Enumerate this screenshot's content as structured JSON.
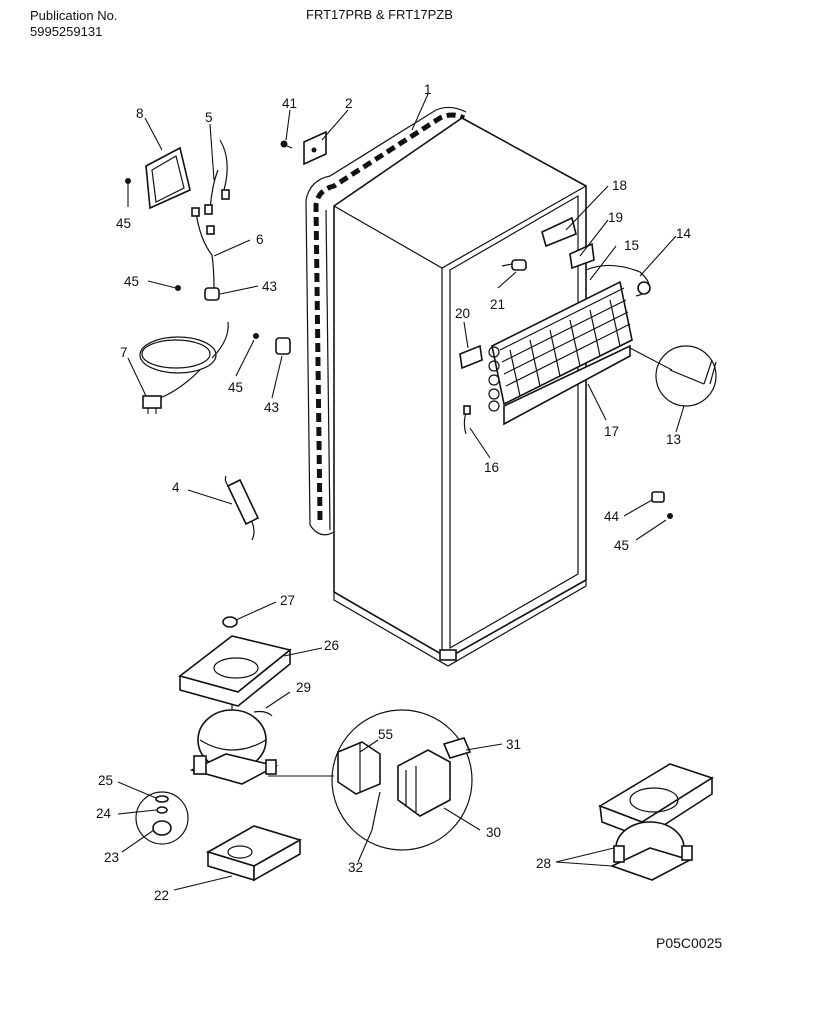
{
  "header": {
    "pub_label": "Publication No.",
    "pub_number": "5995259131",
    "model": "FRT17PRB & FRT17PZB"
  },
  "footer": {
    "code": "P05C0025"
  },
  "callouts": {
    "c1": "1",
    "c2": "2",
    "c4": "4",
    "c5": "5",
    "c6": "6",
    "c7": "7",
    "c8": "8",
    "c13": "13",
    "c14": "14",
    "c15": "15",
    "c16": "16",
    "c17": "17",
    "c18": "18",
    "c19": "19",
    "c20": "20",
    "c21": "21",
    "c22": "22",
    "c23": "23",
    "c24": "24",
    "c25": "25",
    "c26": "26",
    "c27": "27",
    "c28": "28",
    "c29": "29",
    "c30": "30",
    "c31": "31",
    "c32": "32",
    "c41": "41",
    "c43a": "43",
    "c43b": "43",
    "c44": "44",
    "c45a": "45",
    "c45b": "45",
    "c45c": "45",
    "c45d": "45",
    "c55": "55"
  }
}
